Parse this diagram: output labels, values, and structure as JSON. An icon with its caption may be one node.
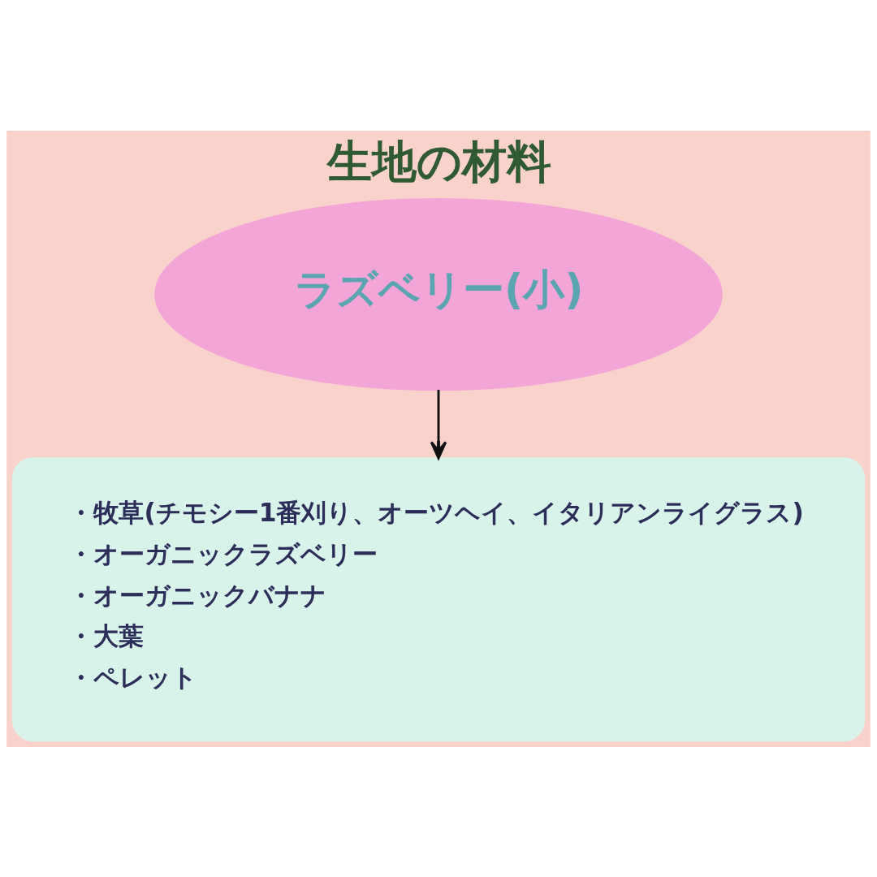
{
  "diagram": {
    "title": "生地の材料",
    "nodes": [
      {
        "text": [
          "ラズベリー(小)"
        ]
      },
      {
        "text": [
          "・牧草(チモシー1番刈り、オーツヘイ、イタリアンライグラス)",
          "・オーガニックラズベリー",
          "・オーガニックバナナ",
          "・大葉",
          "・ペレット"
        ]
      }
    ],
    "edges": [
      {
        "from": 0,
        "to": 1,
        "arrow": "to"
      }
    ]
  }
}
